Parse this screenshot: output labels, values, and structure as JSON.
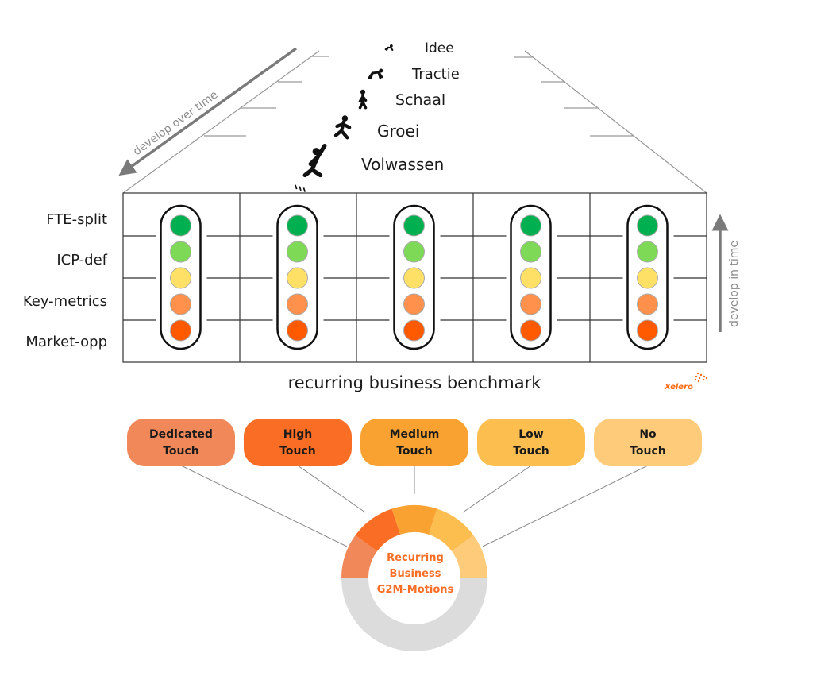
{
  "stages": [
    {
      "label": "Idee",
      "icon": "crawling-baby-icon"
    },
    {
      "label": "Tractie",
      "icon": "crawling-person-icon"
    },
    {
      "label": "Schaal",
      "icon": "walking-person-icon"
    },
    {
      "label": "Groei",
      "icon": "running-person-icon"
    },
    {
      "label": "Volwassen",
      "icon": "jumping-person-icon"
    }
  ],
  "arrows": {
    "left_label": "develop over time",
    "right_label": "develop in time"
  },
  "rows": [
    "FTE-split",
    "ICP-def",
    "Key-metrics",
    "Market-opp"
  ],
  "benchmark_columns": 5,
  "light_colors": [
    "#00b050",
    "#7ed957",
    "#ffe066",
    "#ff914d",
    "#ff5a00"
  ],
  "benchmark_label": "recurring business benchmark",
  "logo": {
    "text": "Xelero",
    "color": "#ff6a13"
  },
  "motions": [
    {
      "line1": "Dedicated",
      "line2": "Touch",
      "color": "#f0885a"
    },
    {
      "line1": "High",
      "line2": "Touch",
      "color": "#f96d24"
    },
    {
      "line1": "Medium",
      "line2": "Touch",
      "color": "#f9a232"
    },
    {
      "line1": "Low",
      "line2": "Touch",
      "color": "#fbbe4f"
    },
    {
      "line1": "No",
      "line2": "Touch",
      "color": "#fdcb7a"
    }
  ],
  "donut": {
    "line1": "Recurring",
    "line2": "Business",
    "line3": "G2M-Motions",
    "text_color": "#f96d24",
    "rest_color": "#dcdcdc"
  }
}
